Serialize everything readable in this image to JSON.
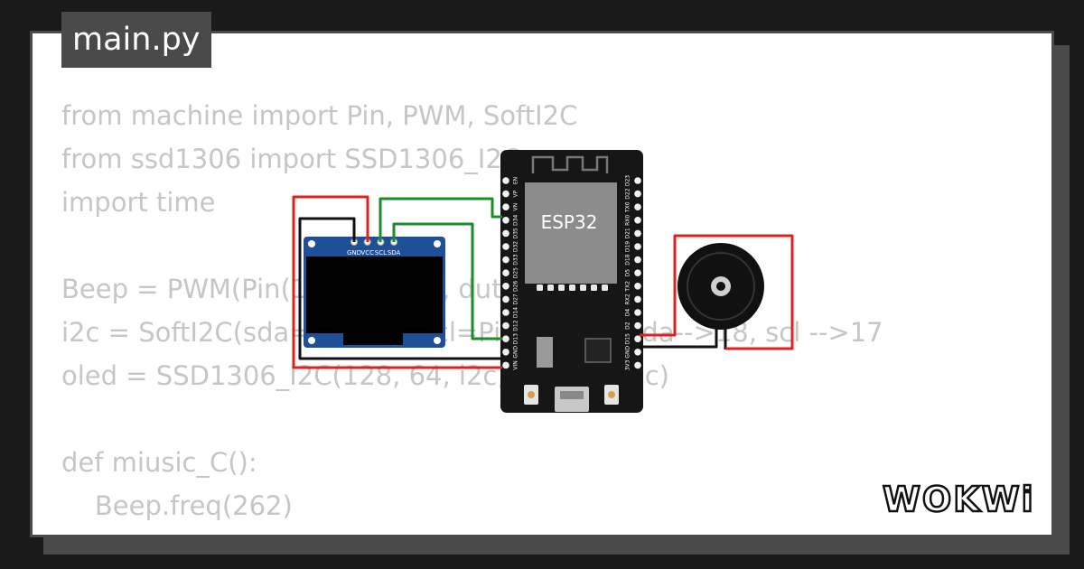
{
  "file_tab": {
    "label": "main.py"
  },
  "code_lines": [
    "from machine import Pin, PWM, SoftI2C",
    "from ssd1306 import SSD1306_I2C",
    "import time",
    "",
    "Beep = PWM(Pin(15), freq=1, duty=0)",
    "i2c = SoftI2C(sda=Pin(18), scl=Pin(17))  # sda-->18, scl -->17",
    "oled = SSD1306_I2C(128, 64, i2c, addr=0x3c)",
    "",
    "def miusic_C():",
    "    Beep.freq(262)"
  ],
  "oled": {
    "pins": [
      "GND",
      "VCC",
      "SCL",
      "SDA"
    ]
  },
  "esp32": {
    "chip_label": "ESP32",
    "left_pins": [
      "EN",
      "VP",
      "VN",
      "D34",
      "D35",
      "D32",
      "D33",
      "D25",
      "D26",
      "D27",
      "D14",
      "D12",
      "D13",
      "GND",
      "VIN"
    ],
    "right_pins": [
      "D23",
      "D22",
      "TX0",
      "RX0",
      "D21",
      "D19",
      "D18",
      "D5",
      "TX2",
      "RX2",
      "D4",
      "D2",
      "D15",
      "GND",
      "3V3"
    ]
  },
  "colors": {
    "background": "#1a1a1a",
    "card": "#ffffff",
    "card_border": "#4a4a4a",
    "code_text": "#c6c6c6",
    "wire_red": "#e02020",
    "wire_green": "#1a8c2a",
    "wire_black": "#111111",
    "oled_board": "#1f4f96",
    "esp_board": "#161616",
    "esp_chip": "#8c8c8c"
  },
  "logo": {
    "text": "WOKWi"
  }
}
